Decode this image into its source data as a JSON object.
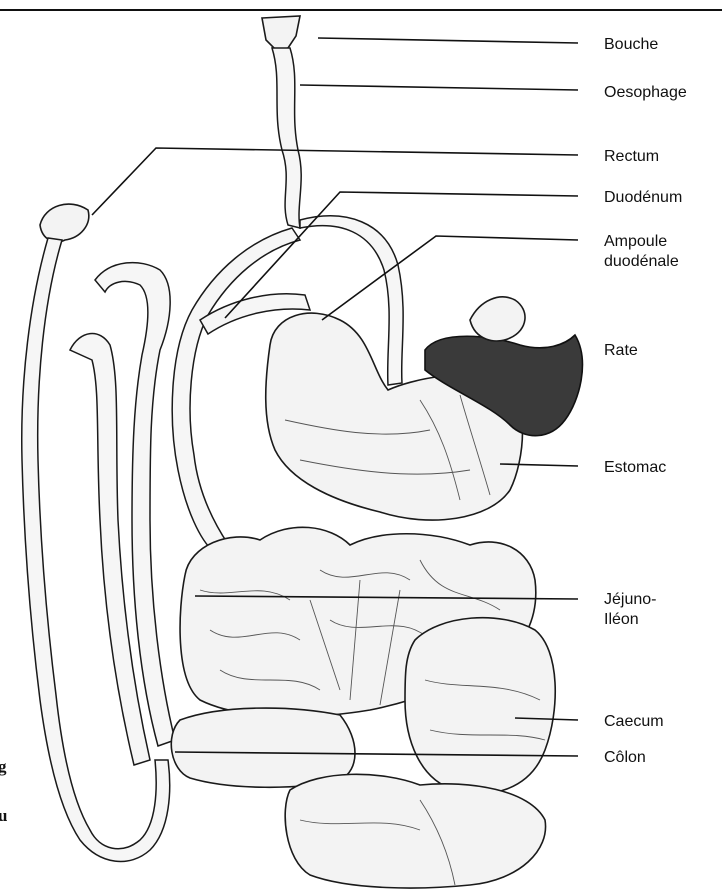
{
  "labels": {
    "bouche": "Bouche",
    "oesophage": "Oesophage",
    "rectum": "Rectum",
    "duodenum": "Duodénum",
    "ampoule_1": "Ampoule",
    "ampoule_2": "duodénale",
    "rate": "Rate",
    "estomac": "Estomac",
    "jejuno_1": "Jéjuno-",
    "jejuno_2": "Iléon",
    "caecum": "Caecum",
    "colon": "Côlon"
  },
  "side_text": {
    "line1": "g",
    "line2": "u"
  }
}
